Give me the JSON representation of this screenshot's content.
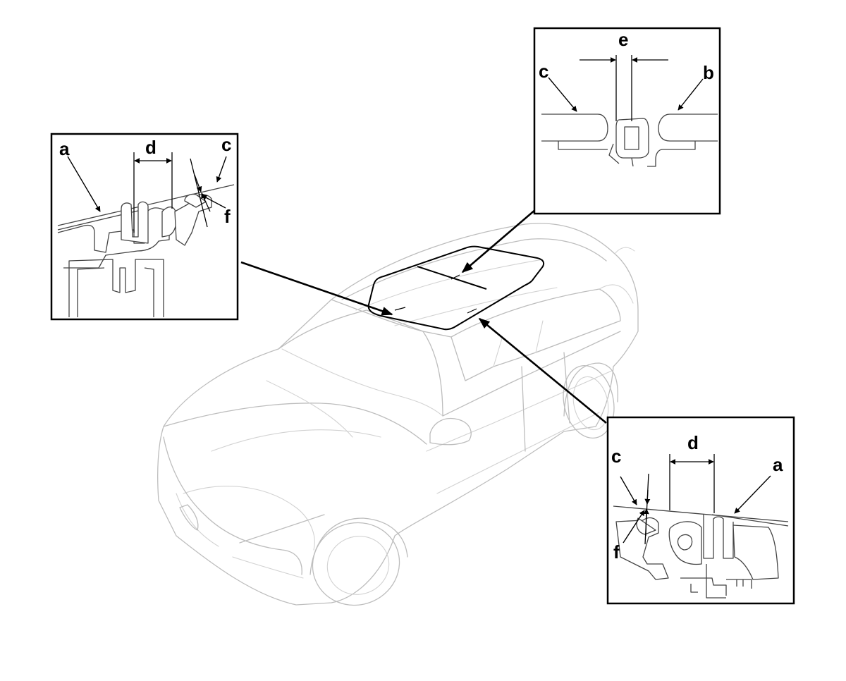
{
  "labels": {
    "left_inset": {
      "a": "a",
      "c": "c",
      "d": "d",
      "f": "f"
    },
    "top_inset": {
      "b": "b",
      "c": "c",
      "e": "e"
    },
    "right_inset": {
      "a": "a",
      "c": "c",
      "d": "d",
      "f": "f"
    }
  }
}
